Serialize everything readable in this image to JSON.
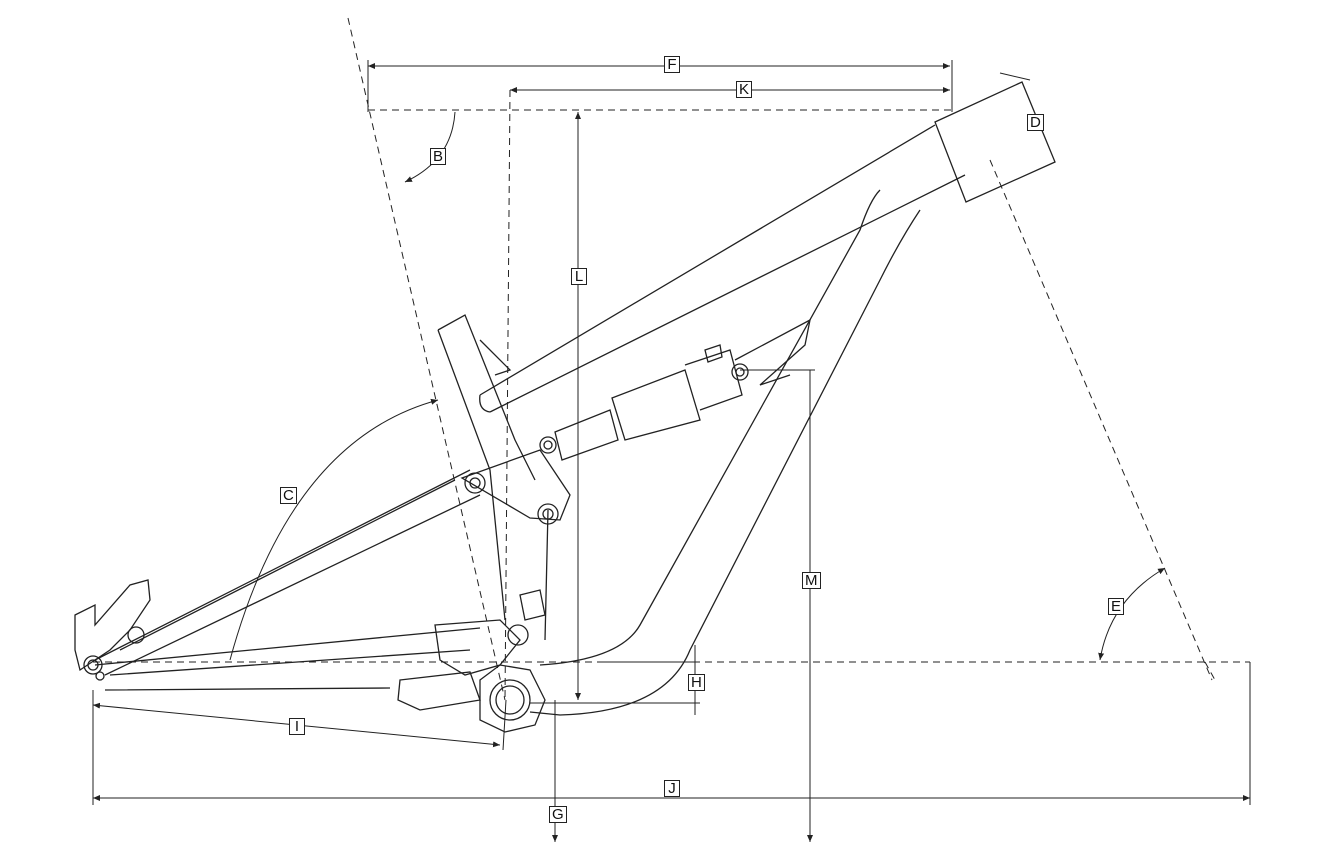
{
  "title": "Bike frame geometry diagram",
  "labels": {
    "F": "F",
    "K": "K",
    "D": "D",
    "B": "B",
    "L": "L",
    "C": "C",
    "M": "M",
    "E": "E",
    "H": "H",
    "I": "I",
    "J": "J",
    "G": "G"
  },
  "colors": {
    "line": "#222222",
    "background": "#ffffff"
  }
}
